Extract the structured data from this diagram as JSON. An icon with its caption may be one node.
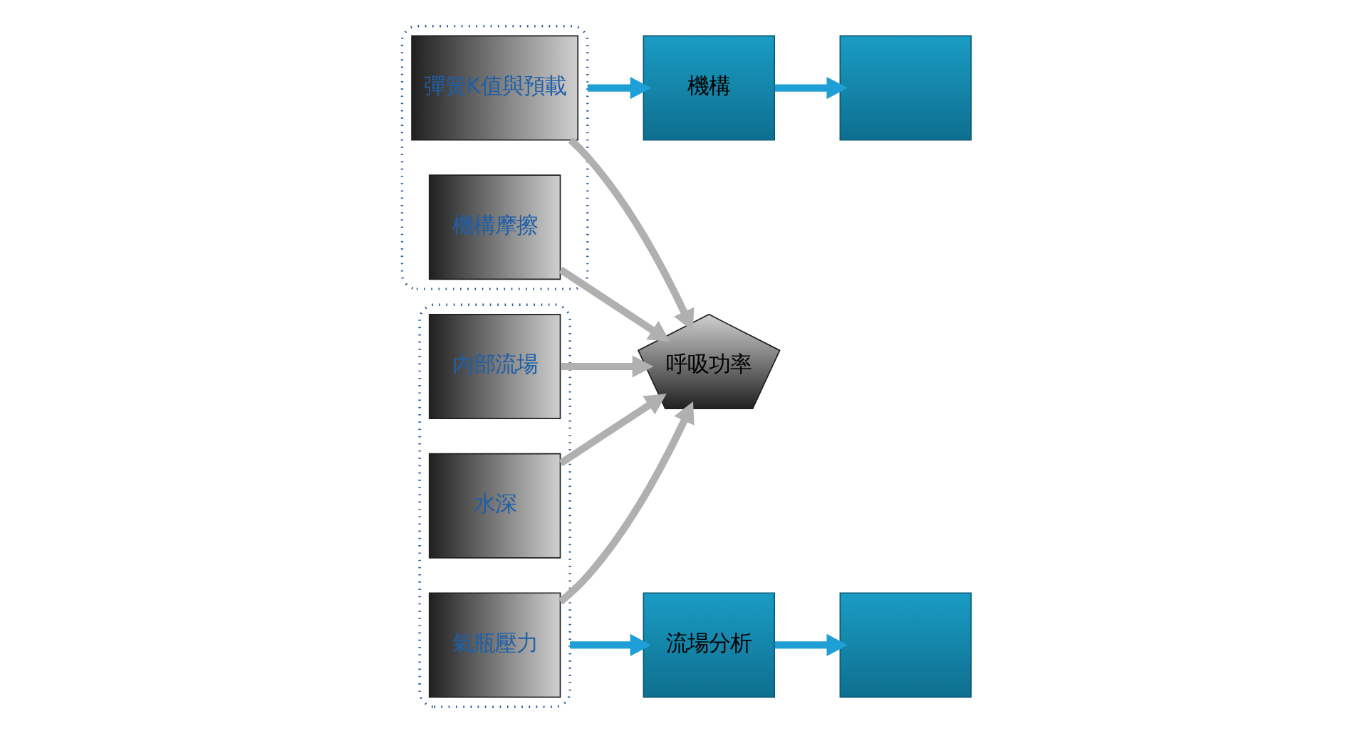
{
  "diagram": {
    "nodes": [
      {
        "text": [],
        "shape": "box"
      },
      {
        "text": [
          "彈簧K值與預載"
        ],
        "in": 0
      },
      {
        "text": [
          "機構摩擦"
        ],
        "in": 0
      },
      {
        "text": [
          "呼吸功率"
        ]
      },
      {
        "text": [],
        "shape": "box"
      },
      {
        "text": [
          "氣瓶壓力"
        ],
        "in": 4
      },
      {
        "text": [
          "水深"
        ],
        "in": 4
      },
      {
        "text": [
          "內部流場"
        ],
        "in": 4
      },
      {
        "text": [
          "機構"
        ]
      },
      {
        "text": [],
        "shape": "box"
      },
      {
        "text": [
          "流場分析"
        ]
      },
      {
        "text": [],
        "shape": "box"
      }
    ],
    "edges": [
      {
        "from": 1,
        "to": 3,
        "arrow": "to"
      },
      {
        "from": 2,
        "to": 3,
        "arrow": "to"
      },
      {
        "from": 5,
        "to": 3,
        "arrow": "to"
      },
      {
        "from": 6,
        "to": 3,
        "arrow": "to"
      },
      {
        "from": 7,
        "to": 3,
        "arrow": "to"
      },
      {
        "from": 0,
        "to": 8,
        "arrow": "to",
        "color": "#1e9fd6"
      },
      {
        "from": 8,
        "to": 9,
        "arrow": "to",
        "color": "#1e9fd6"
      },
      {
        "from": 4,
        "to": 10,
        "arrow": "to",
        "color": "#1e9fd6"
      },
      {
        "from": 10,
        "to": 11,
        "arrow": "to",
        "color": "#1e9fd6"
      }
    ]
  }
}
